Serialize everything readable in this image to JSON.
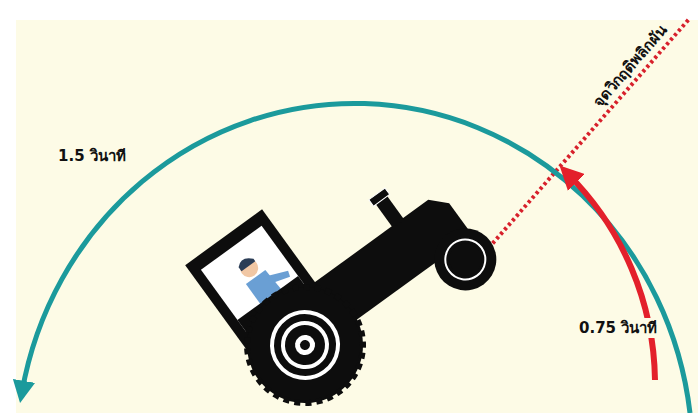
{
  "diagram": {
    "labels": [
      "1.5 วินาที",
      "0.75 วินาที",
      "จุดวิกฤติพลิกผัน"
    ]
  }
}
